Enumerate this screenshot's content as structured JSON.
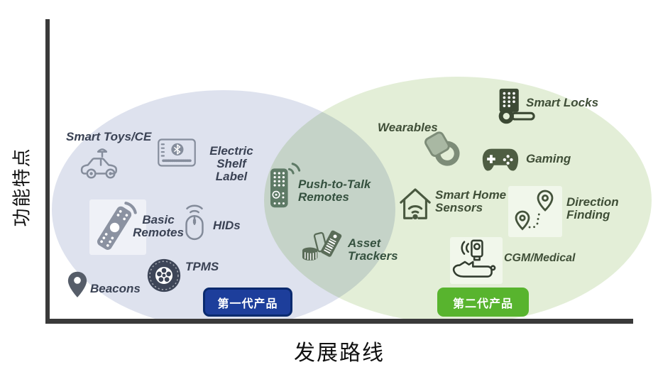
{
  "axes": {
    "y_label": "功能特点",
    "x_label": "发展路线"
  },
  "generations": {
    "gen1": {
      "button_label": "第一代产品",
      "ellipse_color": "#dee2ee",
      "button_color": "#1d3e9b",
      "button_border": "#0a2a6e"
    },
    "gen2": {
      "button_label": "第二代产品",
      "ellipse_color": "#e3eed7",
      "button_color": "#58b42e"
    }
  },
  "items": {
    "smart_toys": {
      "label": "Smart Toys/CE",
      "icon": "toy-car-icon",
      "group": "gen1"
    },
    "electric_shelf_label": {
      "label": "Electric\nShelf\nLabel",
      "icon": "shelf-label-icon",
      "group": "gen1"
    },
    "basic_remotes": {
      "label": "Basic\nRemotes",
      "icon": "remote-icon",
      "group": "gen1"
    },
    "hids": {
      "label": "HIDs",
      "icon": "mouse-icon",
      "group": "gen1"
    },
    "tpms": {
      "label": "TPMS",
      "icon": "tire-icon",
      "group": "gen1"
    },
    "beacons": {
      "label": "Beacons",
      "icon": "map-pin-icon",
      "group": "gen1"
    },
    "ptt_remotes": {
      "label": "Push-to-Talk\nRemotes",
      "icon": "ptt-remote-icon",
      "group": "overlap"
    },
    "asset_trackers": {
      "label": "Asset\nTrackers",
      "icon": "asset-tag-icon",
      "group": "overlap"
    },
    "wearables": {
      "label": "Wearables",
      "icon": "smartwatch-icon",
      "group": "gen2"
    },
    "smart_locks": {
      "label": "Smart Locks",
      "icon": "smart-lock-icon",
      "group": "gen2"
    },
    "gaming": {
      "label": "Gaming",
      "icon": "gamepad-icon",
      "group": "gen2"
    },
    "smart_home_sensors": {
      "label": "Smart Home\nSensors",
      "icon": "house-wifi-icon",
      "group": "gen2"
    },
    "direction_finding": {
      "label": "Direction\nFinding",
      "icon": "direction-pins-icon",
      "group": "gen2"
    },
    "cgm_medical": {
      "label": "CGM/Medical",
      "icon": "cgm-arm-icon",
      "group": "gen2"
    }
  },
  "colors": {
    "axis": "#3a3a3a",
    "gen1_text": "#3a4254",
    "gen1_icon": "#848b9a",
    "overlap_text": "#35513f",
    "overlap_icon": "#5e7a66",
    "gen2_text": "#3f4e37",
    "gen2_icon": "#46543a"
  }
}
